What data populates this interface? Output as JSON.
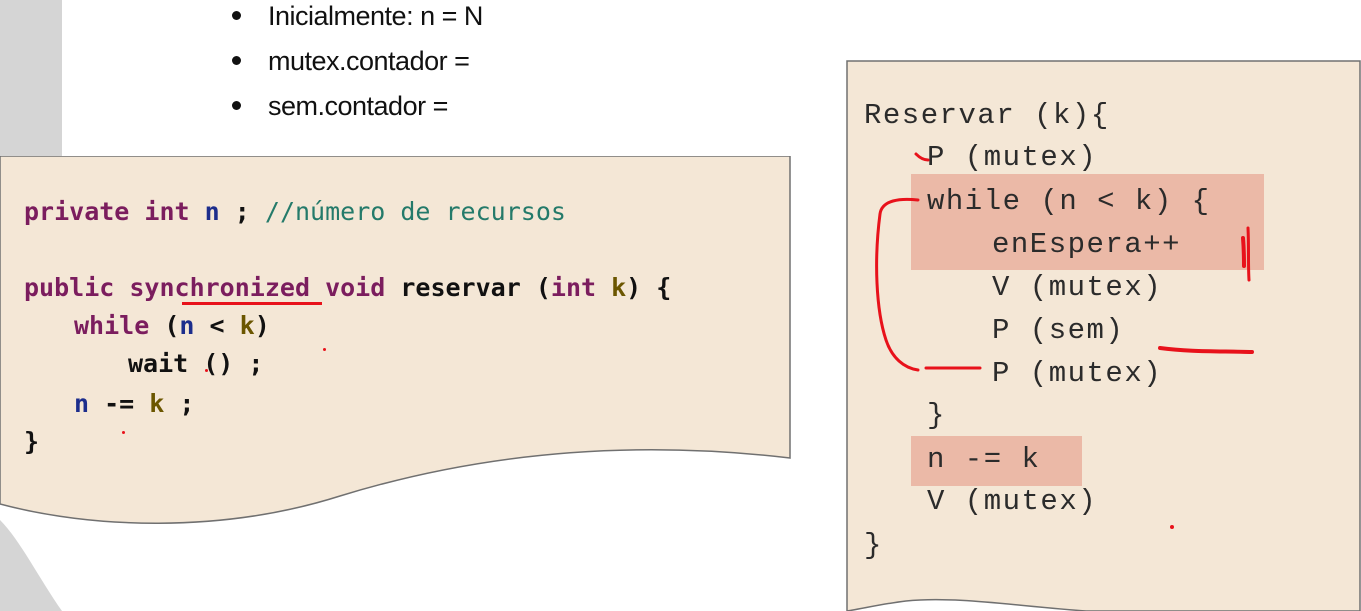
{
  "bullets": [
    "Inicialmente: n = N",
    "mutex.contador =",
    "sem.contador ="
  ],
  "java_code": {
    "decl": {
      "kw1": "private",
      "kw2": "int",
      "var": "n",
      "semi": ";",
      "comment": "//número de recursos"
    },
    "signature": {
      "kw1": "public",
      "kw2": "synchronized",
      "kw3": "void",
      "name": "reservar",
      "open": "(",
      "kw4": "int",
      "param": "k",
      "close": ") {"
    },
    "while_line": {
      "kw": "while",
      "open": "(",
      "var": "n",
      "op": "<",
      "param": "k",
      "close": ")"
    },
    "wait_line": "wait () ;",
    "assign_line": {
      "var": "n",
      "op": "-=",
      "param": "k",
      "semi": ";"
    },
    "closing": "}"
  },
  "pseudo_code": [
    "Reservar (k){",
    "P (mutex)",
    "while (n < k) {",
    "enEspera++",
    "V (mutex)",
    "P (sem)",
    "P (mutex)",
    "}",
    "n -= k",
    "V (mutex)",
    "}"
  ],
  "colors": {
    "paper": "#f4e7d6",
    "keyword": "#7b1d5e",
    "variable": "#1c2d8c",
    "parameter": "#6b5600",
    "comment": "#247a6a",
    "highlight": "#e9b3a1",
    "annotation_ink": "#e8121b",
    "side_band": "#d5d5d5"
  }
}
